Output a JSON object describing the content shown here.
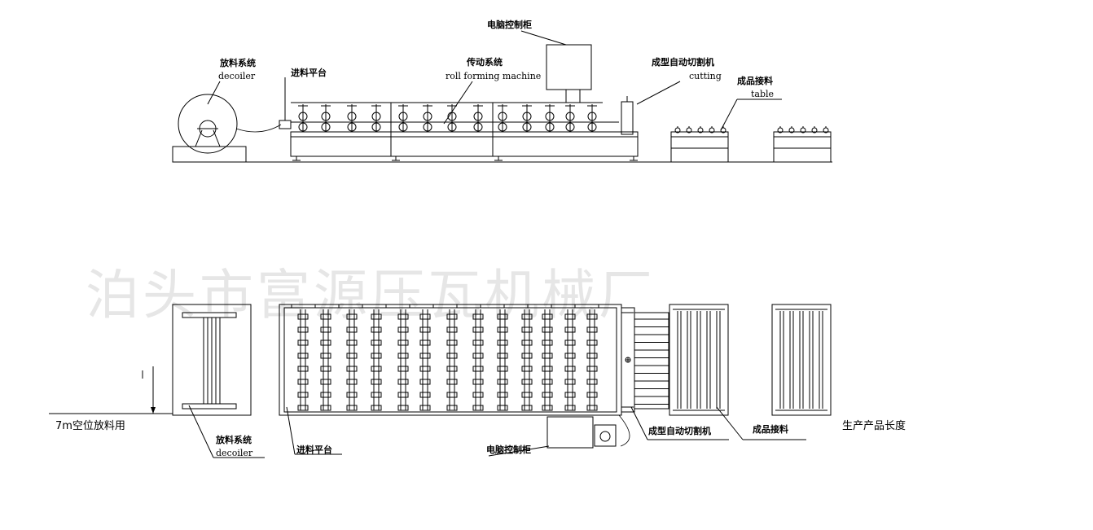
{
  "watermark": "泊头市富源压瓦机械厂",
  "side_view": {
    "decoiler_cn": "放料系统",
    "decoiler_en": "decoiler",
    "feeding_cn": "进料平台",
    "forming_cn": "传动系统",
    "forming_en": "roll forming machine",
    "cabinet_cn": "电脑控制柜",
    "cutting_cn": "成型自动切割机",
    "cutting_en": "cutting",
    "table_cn": "成品接料",
    "table_en": "table"
  },
  "top_view": {
    "space_note": "7m空位放料用",
    "decoiler_cn": "放料系统",
    "decoiler_en": "decoiler",
    "feeding_cn": "进料平台",
    "cabinet_cn": "电脑控制柜",
    "cutting_cn": "成型自动切割机",
    "table_cn": "成品接料",
    "length_note": "生产产品长度"
  }
}
